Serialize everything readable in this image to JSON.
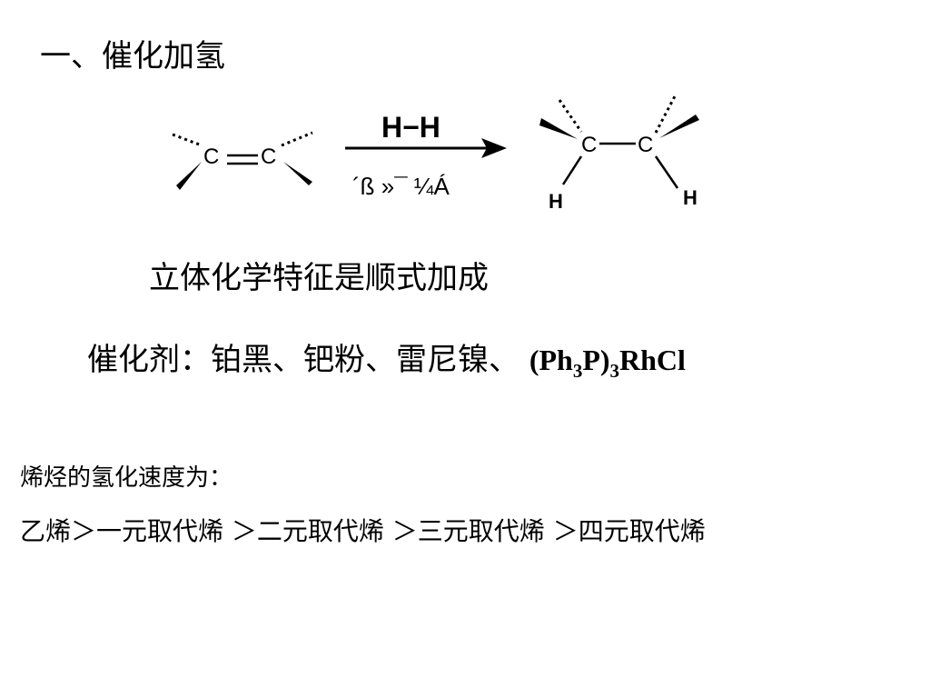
{
  "heading": "一、催化加氢",
  "reaction": {
    "alkene_atom_left": "C",
    "alkene_atom_right": "C",
    "reagent_above": "H−H",
    "condition_below": "´ß »¯ ¼Á",
    "product_atom_left": "C",
    "product_atom_right": "C",
    "product_h_left": "H",
    "product_h_right": "H"
  },
  "stereochemistry": "立体化学特征是顺式加成",
  "catalysts": {
    "label": "催化剂：铂黑、钯粉、雷尼镍、 ",
    "formula_part1": "(Ph",
    "sub1": "3",
    "formula_part2": "P)",
    "sub2": "3",
    "formula_part3": "RhCl"
  },
  "rate": {
    "title": "烯烃的氢化速度为：",
    "order": "乙烯＞一元取代烯  ＞二元取代烯  ＞三元取代烯  ＞四元取代烯"
  }
}
